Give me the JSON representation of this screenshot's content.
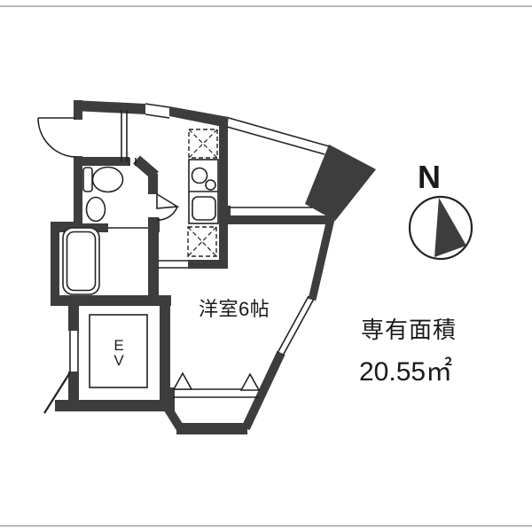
{
  "compass": {
    "label": "N"
  },
  "floor_plan": {
    "room_label": "洋室6帖",
    "elevator_label": "EV",
    "elevator_letters": [
      "E",
      "V"
    ]
  },
  "area_info": {
    "label": "専有面積",
    "value": "20.55㎡"
  },
  "colors": {
    "wall": "#3d3d3d",
    "line": "#222222",
    "background": "#ffffff",
    "scanline": "#b9b9b9"
  }
}
